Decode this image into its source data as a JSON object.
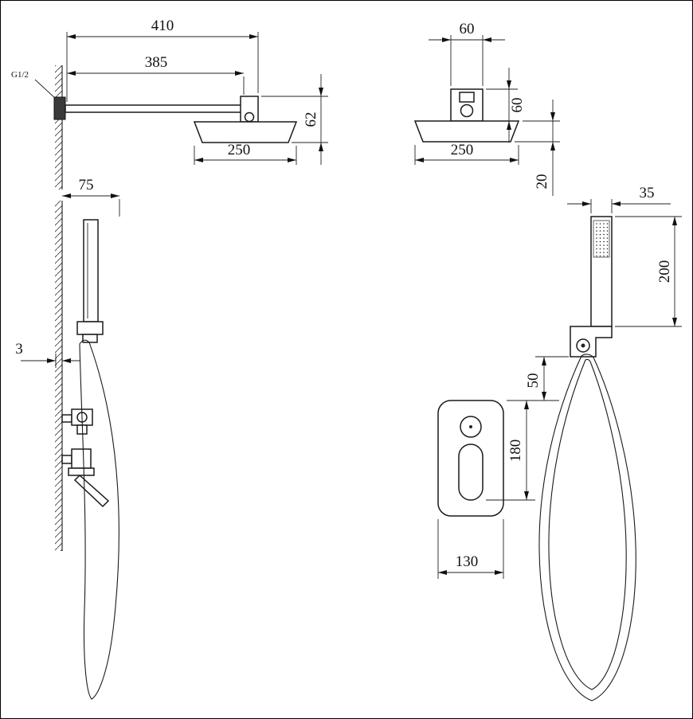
{
  "colors": {
    "line": "#1a1a1a",
    "background": "#ffffff"
  },
  "drawing": {
    "views": {
      "rain_side": {
        "thread": "G1/2",
        "dims": {
          "d410": "410",
          "d385": "385",
          "d250": "250",
          "d62": "62"
        }
      },
      "rain_front": {
        "dims": {
          "d60w": "60",
          "d60h": "60",
          "d250": "250",
          "d20": "20"
        }
      },
      "hand_side": {
        "dims": {
          "d75": "75",
          "d3": "3"
        }
      },
      "hand_front": {
        "dims": {
          "d35": "35",
          "d200": "200",
          "d50": "50",
          "d180": "180",
          "d130": "130"
        }
      }
    }
  }
}
